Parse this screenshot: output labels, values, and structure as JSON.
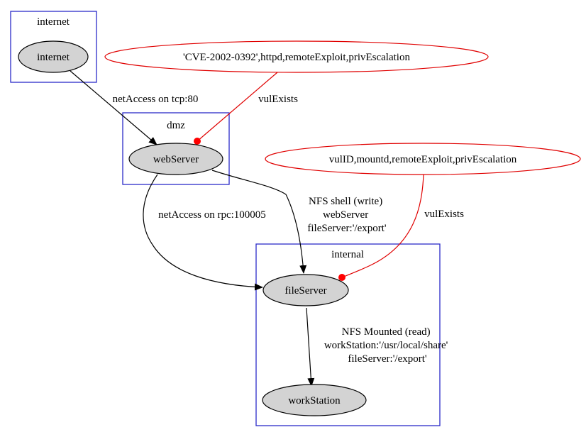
{
  "colors": {
    "cluster_border": "#2b2bc8",
    "node_fill": "#d3d3d3",
    "node_stroke": "#000000",
    "vuln_stroke": "#e00000",
    "vuln_dot": "#ff0000",
    "edge": "#000000"
  },
  "clusters": {
    "internet": "internet",
    "dmz": "dmz",
    "internal": "internal"
  },
  "nodes": {
    "internet": "internet",
    "webServer": "webServer",
    "fileServer": "fileServer",
    "workStation": "workStation"
  },
  "vulnerabilities": {
    "cve": "'CVE-2002-0392',httpd,remoteExploit,privEscalation",
    "mountd": "vulID,mountd,remoteExploit,privEscalation"
  },
  "edges": {
    "internet_web": "netAccess on tcp:80",
    "web_file_rpc": "netAccess on rpc:100005",
    "nfs_shell": [
      "NFS shell (write)",
      "webServer",
      "fileServer:'/export'"
    ],
    "nfs_mounted": [
      "NFS Mounted (read)",
      "workStation:'/usr/local/share'",
      "fileServer:'/export'"
    ],
    "vul_exists_1": "vulExists",
    "vul_exists_2": "vulExists"
  }
}
